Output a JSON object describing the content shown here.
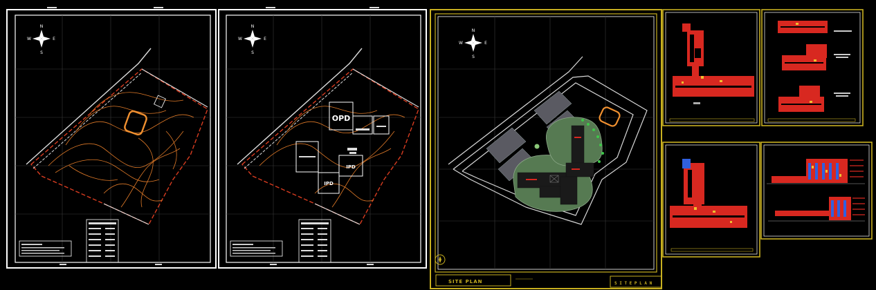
{
  "colors": {
    "background": "#000000",
    "frame": "#ffffff",
    "frame_yellow": "#c8b020",
    "contour_orange": "#e07a28",
    "contour_red": "#d83c20",
    "road_white": "#d8d8d8",
    "lawn_green": "#567a52",
    "building_block": "#1c1c1c",
    "plan_red": "#d82820",
    "plan_blue": "#3060e0"
  },
  "compass": {
    "n": "N",
    "s": "S",
    "e": "E",
    "w": "W"
  },
  "sheets": [
    {
      "id": "contour-survey"
    },
    {
      "id": "zoning",
      "zones": [
        "OPD",
        "IPD",
        "IPD"
      ]
    },
    {
      "id": "site-plan",
      "title": "SITE PLAN",
      "title_right": "S I T E   P L A N"
    },
    {
      "id": "floor-plan-1"
    },
    {
      "id": "floor-plans-2"
    },
    {
      "id": "floor-plan-3"
    },
    {
      "id": "elevations"
    }
  ]
}
